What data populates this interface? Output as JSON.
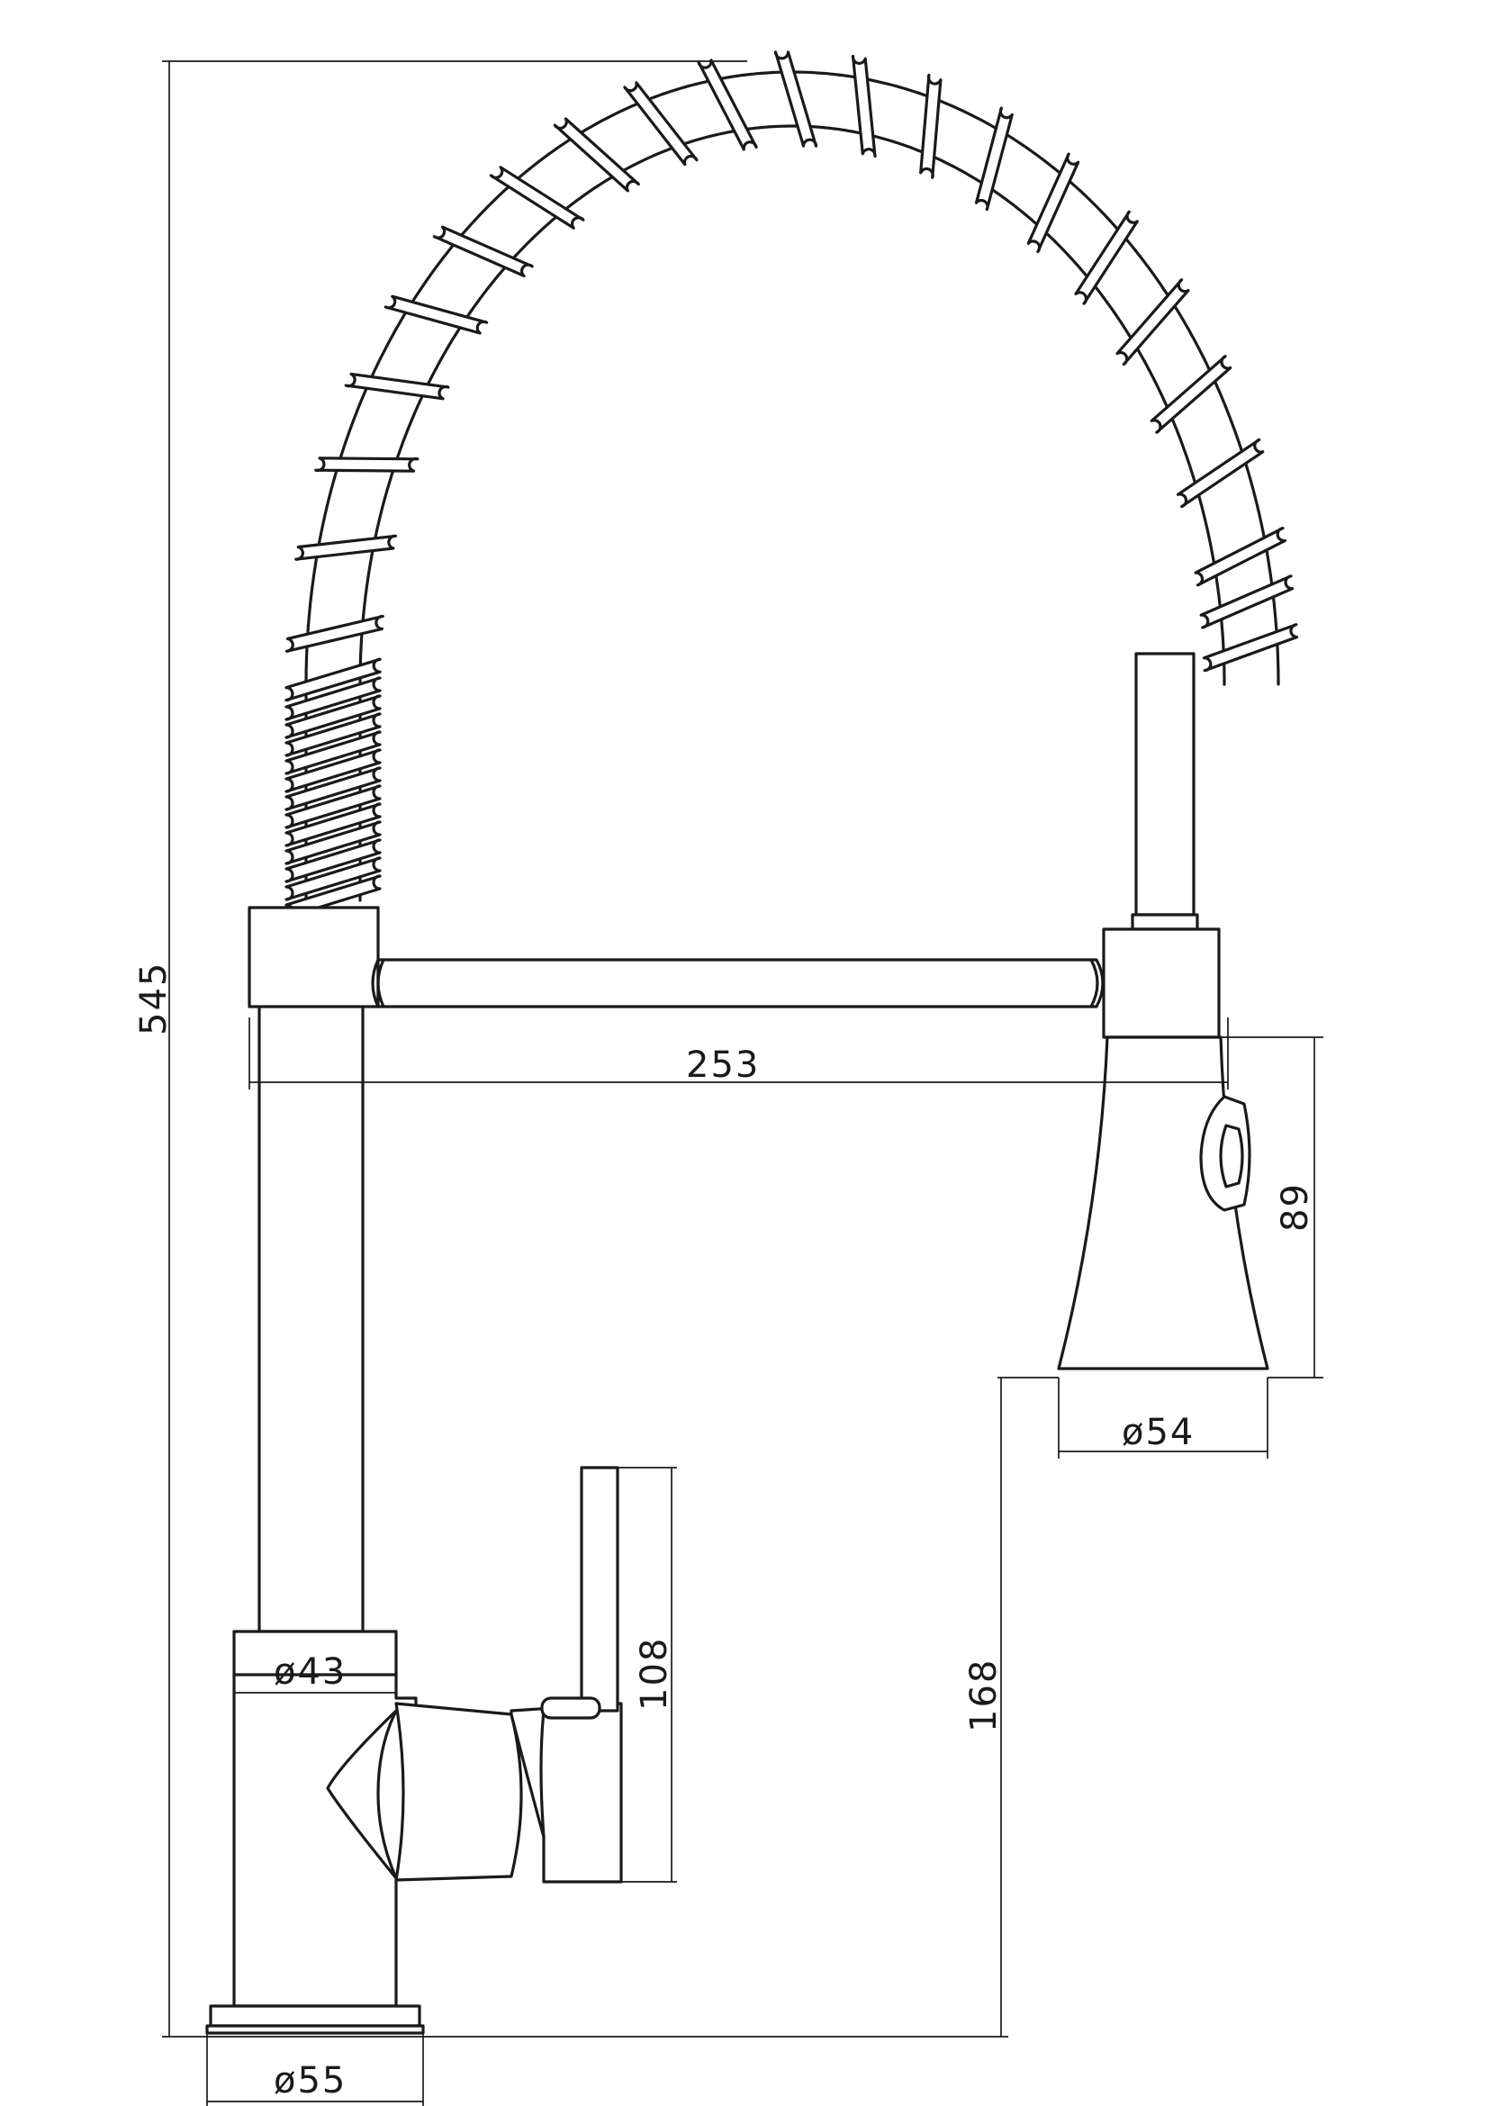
{
  "dimensions": {
    "overall_height": "545",
    "spout_reach": "253",
    "spray_head_length": "89",
    "spray_head_diameter": "ø54",
    "spout_tip_height": "168",
    "handle_height": "108",
    "body_diameter": "ø43",
    "base_diameter": "ø55"
  },
  "colors": {
    "line": "#1a1a1a",
    "background": "#ffffff"
  }
}
